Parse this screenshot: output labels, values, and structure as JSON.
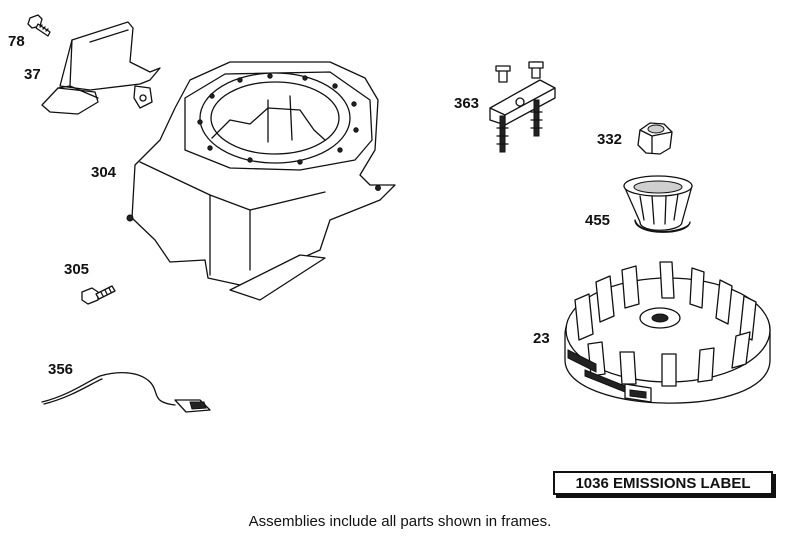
{
  "callouts": {
    "p78": "78",
    "p37": "37",
    "p304": "304",
    "p305": "305",
    "p356": "356",
    "p363": "363",
    "p332": "332",
    "p455": "455",
    "p23": "23"
  },
  "emissions_label": "1036 EMISSIONS LABEL",
  "footnote": "Assemblies include all parts shown in frames.",
  "colors": {
    "line": "#111111",
    "background": "#ffffff",
    "shade": "#cfcfcf"
  }
}
